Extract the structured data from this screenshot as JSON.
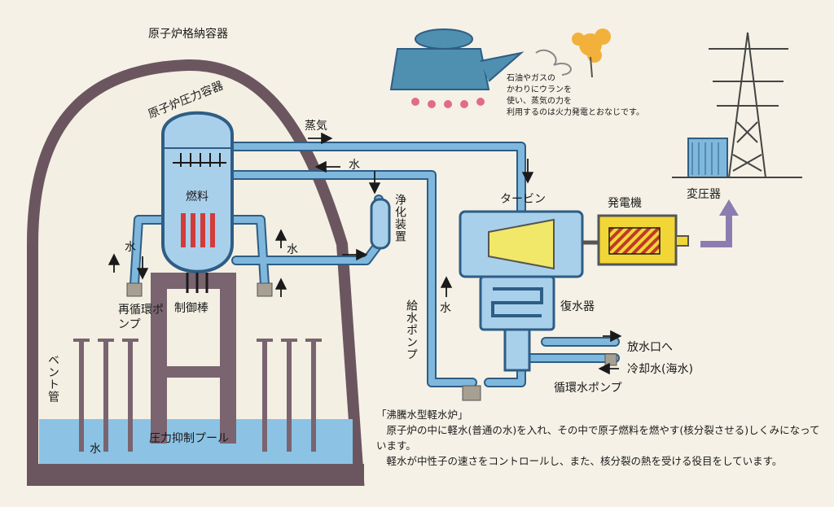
{
  "labels": {
    "containment_vessel": "原子炉格納容器",
    "pressure_vessel": "原子炉圧力容器",
    "steam": "蒸気",
    "water_return": "水",
    "fuel": "燃料",
    "water_left": "水",
    "water_mid": "水",
    "recirculation_pump": "再循環ポンプ",
    "control_rod": "制御棒",
    "vent_pipe": "ベント管",
    "water_pool": "水",
    "suppression_pool": "圧力抑制プール",
    "purifier": "浄化装置",
    "turbine": "タービン",
    "generator": "発電機",
    "transformer": "変圧器",
    "condenser": "復水器",
    "feed_pump": "給水ポンプ",
    "water_feed": "水",
    "outlet": "放水口へ",
    "cooling_water": "冷却水(海水)",
    "circulating_pump": "循環水ポンプ"
  },
  "kettle_caption": [
    "石油やガスの",
    "かわりにウランを",
    "使い、蒸気の力を",
    "利用するのは火力発電とおなじです。"
  ],
  "description": {
    "title": "「沸騰水型軽水炉」",
    "line1": "原子炉の中に軽水(普通の水)を入れ、その中で原子燃料を燃やす(核分裂させる)しくみになっています。",
    "line2": "軽水が中性子の速さをコントロールし、また、核分裂の熱を受ける役目をしています。"
  },
  "colors": {
    "pipe": "#7fb8dc",
    "pipe_edge": "#2e5d85",
    "vessel": "#a9d0ea",
    "containment": "#f3efe3",
    "pool": "#8cc3e4",
    "base": "#6b5660",
    "turbine": "#f1e869",
    "generator": "#f2d636",
    "coil": "#c0392b",
    "fuel_rod": "#d23b3b"
  }
}
